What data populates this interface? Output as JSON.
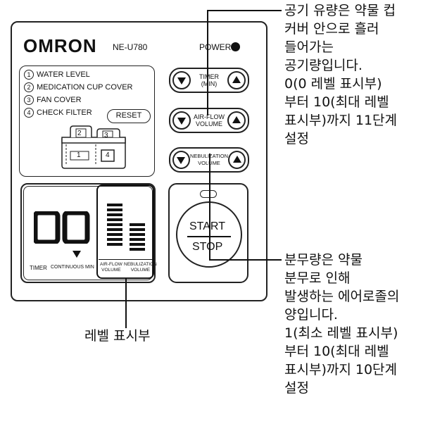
{
  "panel": {
    "brand": "OMRON",
    "model": "NE-U780",
    "power_label": "POWER",
    "legend_items": [
      {
        "num": "1",
        "text": "WATER LEVEL"
      },
      {
        "num": "2",
        "text": "MEDICATION CUP COVER"
      },
      {
        "num": "3",
        "text": "FAN COVER"
      },
      {
        "num": "4",
        "text": "CHECK FILTER"
      }
    ],
    "reset_label": "RESET",
    "device_parts": {
      "p1": "1",
      "p2": "2",
      "p3": "3",
      "p4": "4"
    },
    "controls": [
      {
        "label_line1": "TIMER",
        "label_line2": "(MIN)"
      },
      {
        "label_line1": "AIR-FLOW",
        "label_line2": "VOLUME"
      },
      {
        "label_line1": "NEBULIZATION",
        "label_line2": "VOLUME"
      }
    ],
    "display": {
      "digits": "00",
      "timer_label": "TIMER",
      "continuous_label": "CONTINUOUS MIN",
      "airflow_label": "AIR-FLOW\nVOLUME",
      "nebulization_label": "NEBULIZATION\nVOLUME"
    },
    "start_label": "START",
    "stop_label": "STOP"
  },
  "annotations": {
    "airflow": [
      "공기 유량은 약물 컵",
      "커버 안으로 흘러",
      "들어가는",
      "공기량입니다.",
      "0(0 레벨 표시부)",
      "부터 10(최대 레벨",
      "표시부)까지 11단계",
      "설정"
    ],
    "nebulization": [
      "분무량은 약물",
      "분무로 인해",
      "발생하는 에어로졸의",
      "양입니다.",
      "1(최소 레벨 표시부)",
      "부터 10(최대 레벨",
      "표시부)까지 10단계",
      "설정"
    ],
    "level_display": "레벨 표시부"
  }
}
